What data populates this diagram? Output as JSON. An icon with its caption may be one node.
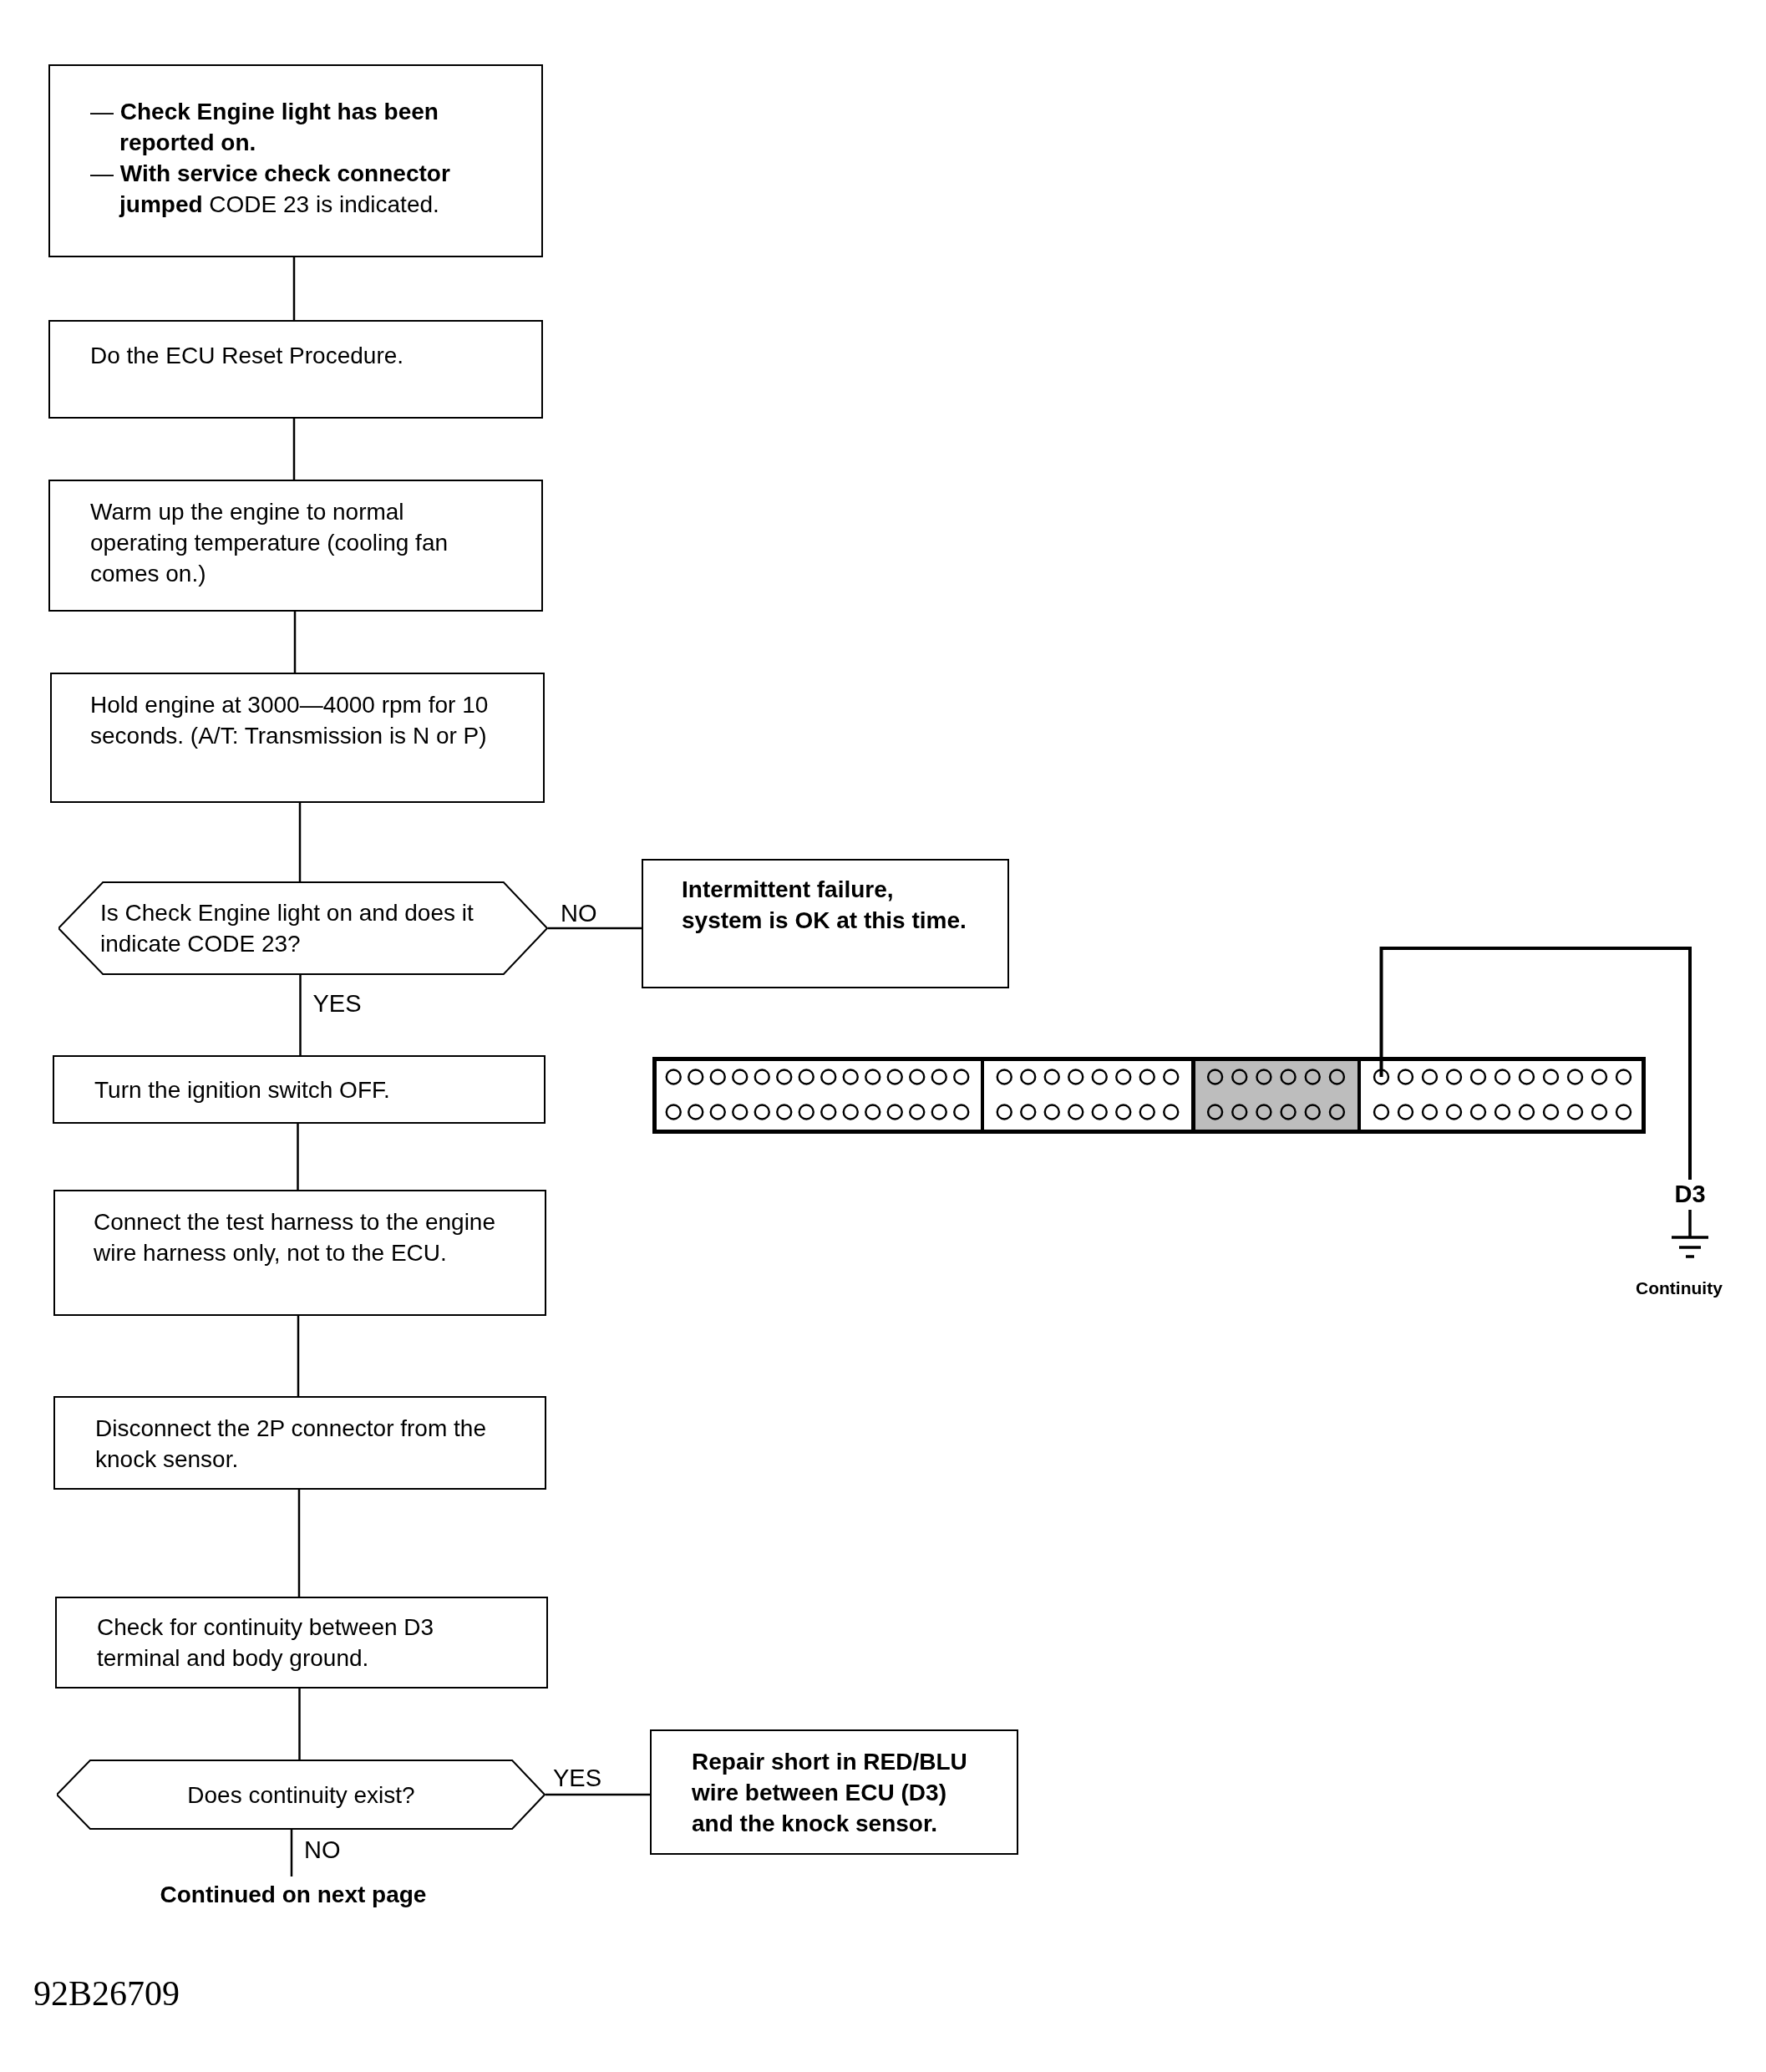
{
  "diagram": {
    "nodes": [
      {
        "text": [
          "— **Check Engine light has been reported on.**",
          "— **With service check connector jumped** CODE 23 is indicated."
        ]
      },
      {
        "text": [
          "Do the ECU Reset Procedure."
        ]
      },
      {
        "text": [
          "Warm up the engine to normal operating temperature (cooling fan comes on.)"
        ]
      },
      {
        "text": [
          "Hold engine at 3000—4000 rpm for 10 seconds. (A/T: Transmission is N or P)"
        ]
      },
      {
        "text": [
          "Is Check Engine light on and does it indicate CODE 23?"
        ]
      },
      {
        "text": [
          "Intermittent failure, system is OK at this time."
        ]
      },
      {
        "text": [
          "Turn the ignition switch OFF."
        ]
      },
      {
        "text": [
          "Connect the test harness to the engine wire harness only, not to the ECU."
        ]
      },
      {
        "text": [
          "Disconnect the 2P connector from the knock sensor."
        ]
      },
      {
        "text": [
          "Check for continuity between D3 terminal and body ground."
        ]
      },
      {
        "text": [
          "Does continuity exist?"
        ]
      },
      {
        "text": [
          "Repair short in RED/BLU wire between ECU (D3) and the knock sensor."
        ]
      },
      {
        "text": [
          "Continued on next page"
        ]
      },
      {
        "text": [],
        "shape": "picture"
      },
      {
        "text": [
          "D3"
        ]
      }
    ],
    "edges": [
      {
        "from": 0,
        "to": 1,
        "arrow": "none"
      },
      {
        "from": 1,
        "to": 2,
        "arrow": "none"
      },
      {
        "from": 2,
        "to": 3,
        "arrow": "none"
      },
      {
        "from": 3,
        "to": 4,
        "arrow": "none"
      },
      {
        "from": 4,
        "to": 5,
        "arrow": "none",
        "label": "NO"
      },
      {
        "from": 4,
        "to": 6,
        "arrow": "none",
        "label": "YES"
      },
      {
        "from": 6,
        "to": 7,
        "arrow": "none"
      },
      {
        "from": 7,
        "to": 8,
        "arrow": "none"
      },
      {
        "from": 8,
        "to": 9,
        "arrow": "none"
      },
      {
        "from": 9,
        "to": 10,
        "arrow": "none"
      },
      {
        "from": 10,
        "to": 11,
        "arrow": "none",
        "label": "YES"
      },
      {
        "from": 10,
        "to": 12,
        "arrow": "none",
        "label": "NO"
      },
      {
        "from": 13,
        "to": 14,
        "arrow": "none"
      }
    ],
    "labels": [
      "Continuity",
      "92B26709"
    ]
  }
}
